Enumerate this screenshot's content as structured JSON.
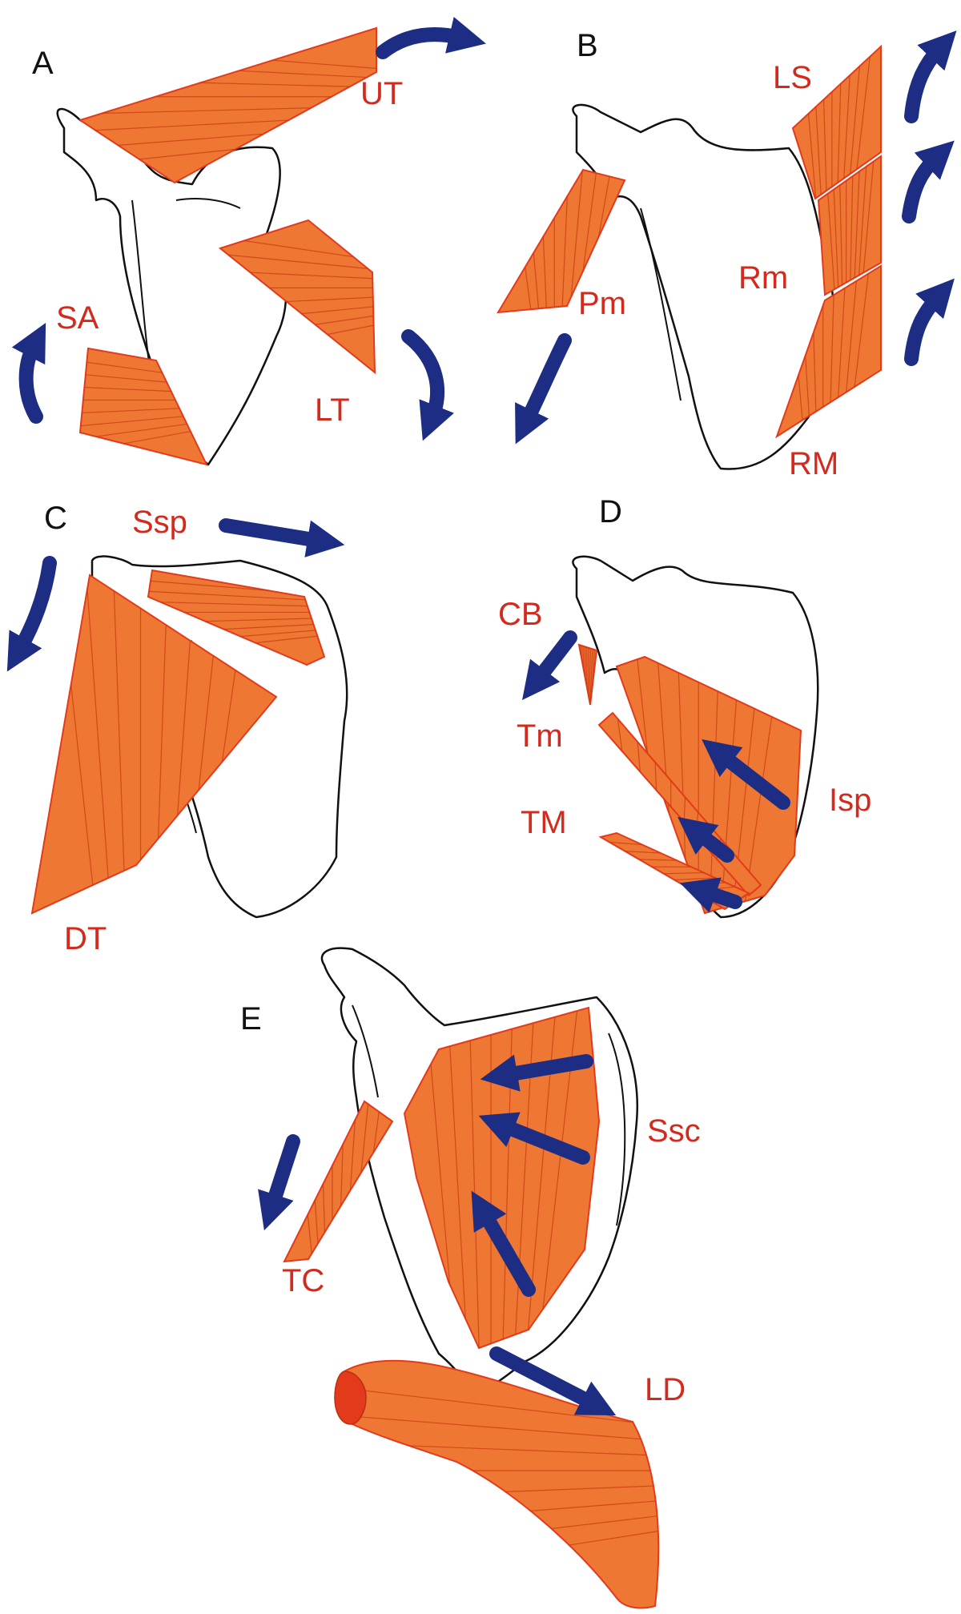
{
  "colors": {
    "muscle_fill": "#ee7733",
    "muscle_edge": "#e33a1c",
    "label": "#d42a1e",
    "arrow": "#1c2d83",
    "bone_outline": "#111111"
  },
  "panels": [
    {
      "letter": "A",
      "labels": [
        "UT",
        "SA",
        "LT"
      ]
    },
    {
      "letter": "B",
      "labels": [
        "LS",
        "Pm",
        "Rm",
        "RM"
      ]
    },
    {
      "letter": "C",
      "labels": [
        "Ssp",
        "DT"
      ]
    },
    {
      "letter": "D",
      "labels": [
        "CB",
        "Tm",
        "TM",
        "Isp"
      ]
    },
    {
      "letter": "E",
      "labels": [
        "Ssc",
        "TC",
        "LD"
      ]
    }
  ],
  "icons": [
    "scapula-outline",
    "muscle-shape",
    "movement-arrow-icon"
  ]
}
